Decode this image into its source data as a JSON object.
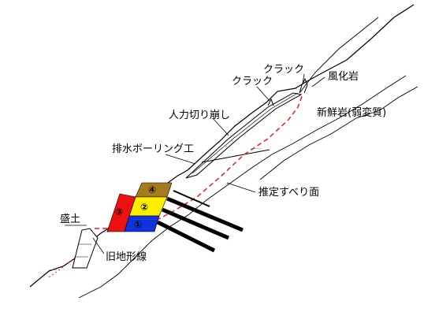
{
  "labels": {
    "crack_upper": "クラック",
    "crack_lower": "クラック",
    "weathered_rock": "風化岩",
    "fresh_rock": "新鮮岩(弱変質)",
    "manual_cut": "人力切り崩し",
    "drain_boring": "排水ボーリング工",
    "slip_surface": "推定すべり面",
    "embankment": "盛土",
    "original_ground": "旧地形線"
  },
  "blocks": [
    {
      "number": "④",
      "color": "#a47c1e"
    },
    {
      "number": "②",
      "color": "#ffee00"
    },
    {
      "number": "③",
      "color": "#ee1111"
    },
    {
      "number": "①",
      "color": "#1133dd"
    }
  ],
  "colors": {
    "slip_line": "#dd2222",
    "ground_line": "#000000"
  }
}
